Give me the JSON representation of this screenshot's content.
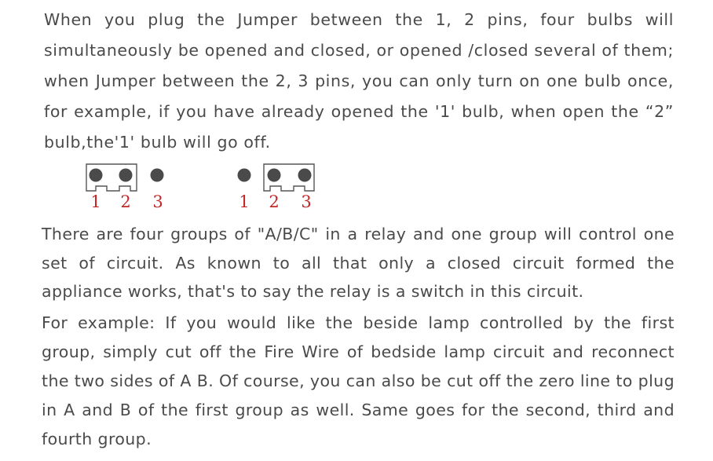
{
  "paragraphs": {
    "jumper_explanation": "When you plug the Jumper between the 1, 2 pins, four bulbs will simultaneously be opened and closed, or opened /closed several of them; when Jumper between the 2, 3 pins, you can only turn on one bulb once, for example, if you have already opened the '1' bulb, when open the “2” bulb,the'1' bulb will go off.",
    "relay_groups": "There are four groups of \"A/B/C\" in a relay and one group will control one set of circuit. As known to all that only a closed circuit formed the appliance works, that's to say the relay is a switch in this circuit.",
    "example": "For example: If you would like the beside lamp controlled by the first group, simply cut off the Fire Wire of bedside lamp circuit and reconnect the two sides of A B. Of course, you can also be cut off the zero line to plug in A and B of the first group as well. Same goes for the second, third and fourth group."
  },
  "diagrams": {
    "left": {
      "jumper_on": "1-2",
      "pin_labels": [
        "1",
        "2",
        "3"
      ]
    },
    "right": {
      "jumper_on": "2-3",
      "pin_labels": [
        "1",
        "2",
        "3"
      ]
    }
  },
  "colors": {
    "text": "#4a4a4a",
    "pin_label": "#c0282a",
    "pin": "#4a4a4a",
    "jumper_outline": "#555555"
  }
}
